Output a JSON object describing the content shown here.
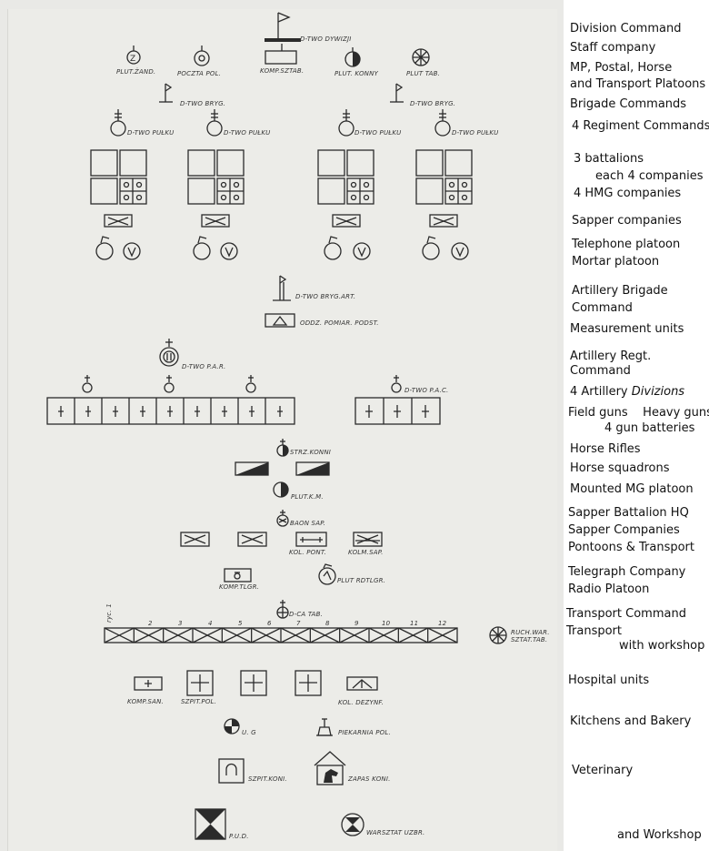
{
  "diagram": {
    "division_command": "D-TWO DYWIZJI",
    "staff": {
      "plut_zand": "PLUT.ŻAND.",
      "poczta_pol": "POCZTA POL.",
      "komp_sztab": "KOMP.SZTAB.",
      "plut_konny": "PLUT. KONNY",
      "plut_tab": "PLUT TAB."
    },
    "brigade_command": "D-TWO BRYG.",
    "regiment_command": "D-TWO PUŁKU",
    "artillery_brigade_command": "D-TWO BRYG.ART.",
    "measurement_unit": "ODDZ. POMIAR. PODST.",
    "par_command": "D-TWO P.A.R.",
    "pac_command": "D-TWO P.A.C.",
    "horse_rifles": "STRZ.KONNI",
    "mg_platoon": "PLUT.K.M.",
    "sapper_battalion": "BAON SAP.",
    "kol_pont": "KOL. PONT.",
    "kolm_sap": "KOLM.SAP.",
    "komp_tlgr": "KOMP.TLGR.",
    "plut_rdtlgr": "PLUT RDTLGR.",
    "fig_label": "ryc. 1",
    "transport_command": "D-CA TAB.",
    "transport_numbers": [
      "2",
      "3",
      "4",
      "5",
      "6",
      "7",
      "8",
      "9",
      "10",
      "11",
      "12"
    ],
    "ruch_warsztat": [
      "RUCH.WAR.",
      "SZTAT.TAB."
    ],
    "komp_san": "KOMP.SAN.",
    "szpit_pol": "SZPIT.POL.",
    "kol_dezynf": "KOL. DEZYNF.",
    "ug": "U. G",
    "piekarnia": "PIEKARNIA POL.",
    "szpit_koni": "SZPIT.KONI.",
    "zapas_koni": "ZAPAS KONI.",
    "pud": "P.U.D.",
    "warsztat_uzbr": "WARSZTAT UZBR."
  },
  "legend": {
    "division_command": "Division Command",
    "staff_company": "Staff company",
    "platoons_1": "MP, Postal, Horse",
    "platoons_2": "and Transport Platoons",
    "brigade_commands": "Brigade Commands",
    "regiment_commands": "4 Regiment Commands",
    "battalions_1": "3 battalions",
    "battalions_2": "each 4 companies",
    "hmg": "4 HMG companies",
    "sapper_companies": "Sapper companies",
    "telephone": "Telephone platoon",
    "mortar": "Mortar platoon",
    "art_brigade_1": "Artillery Brigade",
    "art_brigade_2": "Command",
    "measurement": "Measurement units",
    "art_regt_1": "Artillery Regt.",
    "art_regt_2": "Command",
    "art_divizions_prefix": "4 Artillery ",
    "art_divizions_em": "Divizions",
    "field_heavy": "Field guns    Heavy guns",
    "gun_batteries": "4 gun batteries",
    "horse_rifles": "Horse Rifles",
    "horse_squadrons": "Horse squadrons",
    "mounted_mg": "Mounted MG platoon",
    "sapper_hq": "Sapper Battalion HQ",
    "sapper_cos": "Sapper Companies",
    "pontoons": "Pontoons & Transport",
    "telegraph": "Telegraph Company",
    "radio": "Radio Platoon",
    "transport_command": "Transport Command",
    "transport": "Transport",
    "workshop": "with workshop",
    "hospital": "Hospital units",
    "kitchens": "Kitchens and Bakery",
    "veterinary": "Veterinary",
    "and_workshop": "and Workshop"
  }
}
